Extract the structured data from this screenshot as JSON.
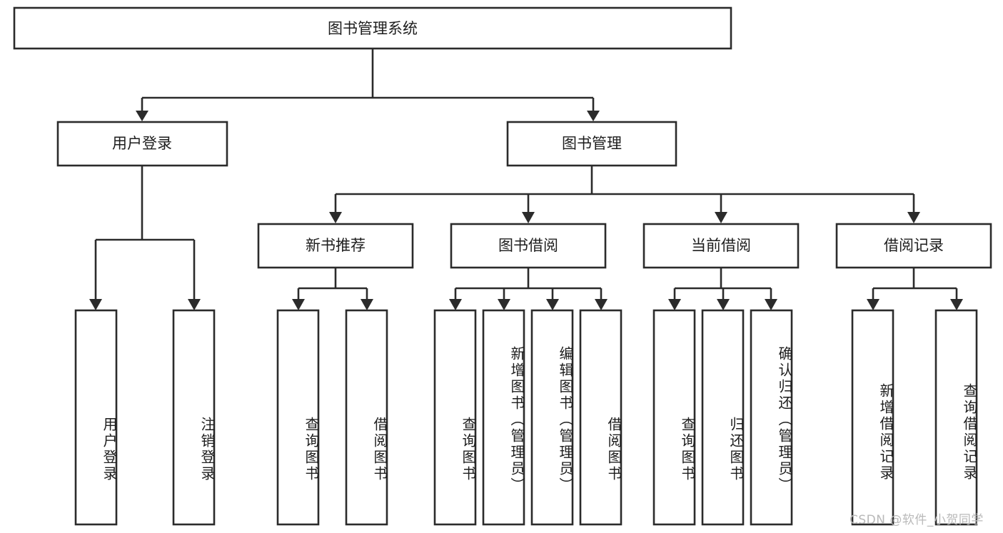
{
  "diagram": {
    "type": "tree",
    "title": "图书管理系统",
    "orientation": "top-down",
    "colors": {
      "box_stroke": "#2b2b2b",
      "box_fill": "#ffffff",
      "text": "#1d1d1d",
      "background": "#ffffff",
      "watermark": "#b9b9b9"
    },
    "root": {
      "label": "图书管理系统"
    },
    "level2": [
      {
        "label": "用户登录"
      },
      {
        "label": "图书管理"
      }
    ],
    "level3": [
      {
        "label": "新书推荐"
      },
      {
        "label": "图书借阅"
      },
      {
        "label": "当前借阅"
      },
      {
        "label": "借阅记录"
      }
    ],
    "leaves": {
      "user_login": [
        {
          "label": "用户登录"
        },
        {
          "label": "注销登录"
        }
      ],
      "new_book_recommend": [
        {
          "label": "查询图书"
        },
        {
          "label": "借阅图书"
        }
      ],
      "book_borrow": [
        {
          "label": "查询图书"
        },
        {
          "label": "新增图书（管理员）"
        },
        {
          "label": "编辑图书（管理员）"
        },
        {
          "label": "借阅图书"
        }
      ],
      "current_borrow": [
        {
          "label": "查询图书"
        },
        {
          "label": "归还图书"
        },
        {
          "label": "确认归还（管理员）"
        }
      ],
      "borrow_record": [
        {
          "label": "新增借阅记录"
        },
        {
          "label": "查询借阅记录"
        }
      ]
    },
    "watermark": "CSDN @软件_小贺同学"
  }
}
